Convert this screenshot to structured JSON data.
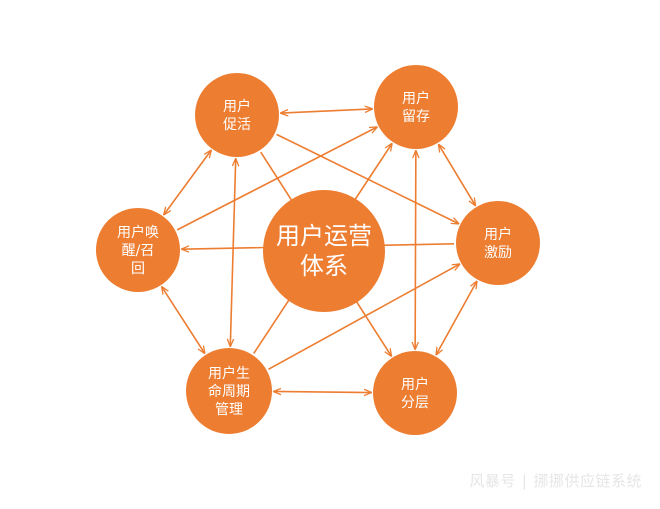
{
  "diagram": {
    "accent_color": "#ED7D31",
    "nodes": [
      {
        "id": "center",
        "lines": [
          "用户运营",
          "体系"
        ]
      },
      {
        "id": "cuhuo",
        "lines": [
          "用户",
          "促活"
        ]
      },
      {
        "id": "liucun",
        "lines": [
          "用户",
          "留存"
        ]
      },
      {
        "id": "jili",
        "lines": [
          "用户",
          "激励"
        ]
      },
      {
        "id": "fenceng",
        "lines": [
          "用户",
          "分层"
        ]
      },
      {
        "id": "shengming",
        "lines": [
          "用户生",
          "命周期",
          "管理"
        ]
      },
      {
        "id": "huanxing",
        "lines": [
          "用户唤",
          "醒/召",
          "回"
        ]
      }
    ],
    "edges": [
      {
        "from": "cuhuo",
        "to": "liucun",
        "type": "both"
      },
      {
        "from": "liucun",
        "to": "jili",
        "type": "both"
      },
      {
        "from": "jili",
        "to": "fenceng",
        "type": "both"
      },
      {
        "from": "fenceng",
        "to": "shengming",
        "type": "both"
      },
      {
        "from": "shengming",
        "to": "huanxing",
        "type": "both"
      },
      {
        "from": "huanxing",
        "to": "cuhuo",
        "type": "both"
      },
      {
        "from": "liucun",
        "to": "fenceng",
        "type": "both"
      },
      {
        "from": "cuhuo",
        "to": "shengming",
        "type": "both"
      },
      {
        "from": "cuhuo",
        "to": "jili",
        "type": "end"
      },
      {
        "from": "cuhuo",
        "to": "fenceng",
        "type": "end"
      },
      {
        "from": "huanxing",
        "to": "liucun",
        "type": "end"
      },
      {
        "from": "jili",
        "to": "huanxing",
        "type": "end"
      },
      {
        "from": "shengming",
        "to": "liucun",
        "type": "end"
      },
      {
        "from": "shengming",
        "to": "jili",
        "type": "end"
      }
    ]
  },
  "watermark": {
    "source": "风暴号",
    "separator": "|",
    "author": "挪挪供应链系统"
  }
}
